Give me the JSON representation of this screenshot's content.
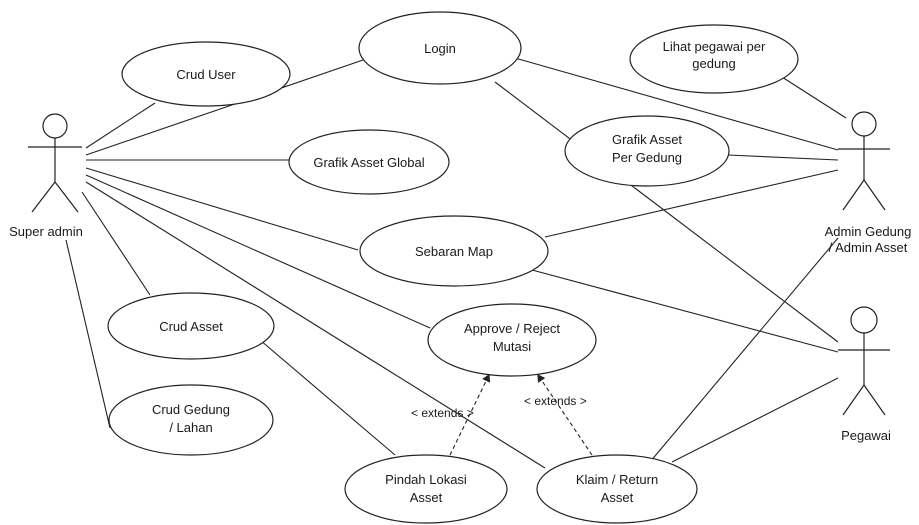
{
  "actors": {
    "super_admin": "Super admin",
    "admin_gedung": [
      "Admin Gedung",
      "/ Admin Asset"
    ],
    "pegawai": "Pegawai"
  },
  "use_cases": {
    "crud_user": [
      "Crud User"
    ],
    "login": [
      "Login"
    ],
    "lihat_pegawai": [
      "Lihat pegawai per",
      "gedung"
    ],
    "grafik_global": [
      "Grafik Asset Global"
    ],
    "grafik_gedung": [
      "Grafik Asset",
      "Per Gedung"
    ],
    "sebaran_map": [
      "Sebaran Map"
    ],
    "crud_asset": [
      "Crud Asset"
    ],
    "approve": [
      "Approve / Reject",
      "Mutasi"
    ],
    "crud_gedung": [
      "Crud Gedung",
      "/ Lahan"
    ],
    "pindah": [
      "Pindah Lokasi",
      "Asset"
    ],
    "klaim": [
      "Klaim / Return",
      "Asset"
    ]
  },
  "relations": {
    "extends_left": "< extends >",
    "extends_right": "< extends >"
  }
}
